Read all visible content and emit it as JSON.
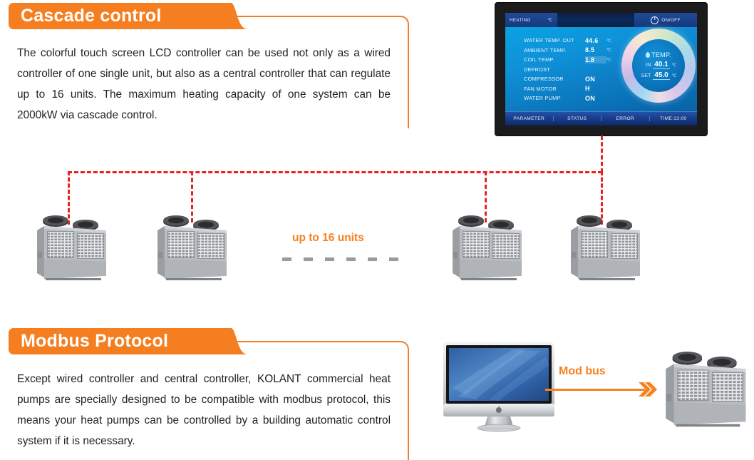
{
  "sections": [
    {
      "tab_label": "Cascade control",
      "paragraph": "The colorful touch screen LCD controller can be used not only as a wired controller of one single unit, but also as a central controller that can regulate up to 16 units. The maximum heating capacity of one system can be 2000kW via cascade control."
    },
    {
      "tab_label": "Modbus Protocol",
      "paragraph": "Except wired controller and central controller, KOLANT commercial heat pumps are specially designed to be compatible with modbus protocol, this means your heat pumps can be controlled by a building automatic control system if it is necessary."
    }
  ],
  "lcd": {
    "mode_label": "HEATING",
    "mode_unit": "℃",
    "power_label": "ON/OFF",
    "rows": [
      {
        "label": "WATER TEMP. OUT",
        "value": "44.6",
        "unit": "℃",
        "highlight": false
      },
      {
        "label": "AMBIENT TEMP.",
        "value": "8.5",
        "unit": "℃",
        "highlight": false
      },
      {
        "label": "COIL TEMP.",
        "value": "1.8",
        "unit": "℃",
        "highlight": true
      },
      {
        "label": "DEFROST",
        "value": "",
        "unit": "",
        "highlight": false
      },
      {
        "label": "COMPRESSOR",
        "value": "ON",
        "unit": "",
        "highlight": false
      },
      {
        "label": "FAN MOTOR",
        "value": "H",
        "unit": "",
        "highlight": false
      },
      {
        "label": "WATER PUMP",
        "value": "ON",
        "unit": "",
        "highlight": false
      }
    ],
    "gauge": {
      "title": "TEMP.",
      "in_label": "IN",
      "in_value": "40.1",
      "in_unit": "℃",
      "set_label": "SET",
      "set_value": "45.0",
      "set_unit": "℃"
    },
    "bottom_tabs": [
      "PARAMETER",
      "STATUS",
      "ERROR",
      "TIME:13:00"
    ]
  },
  "diagram": {
    "units_note": "up to 16 units",
    "modbus_arrow_label": "Mod bus",
    "dash_count": 6,
    "cascade_unit_count": 4
  },
  "colors": {
    "accent_orange": "#F5811F",
    "frame_orange": "#F07E26",
    "network_red": "#E8231F",
    "text_dark": "#231F20",
    "lcd_blue": "#0A8FD6"
  }
}
